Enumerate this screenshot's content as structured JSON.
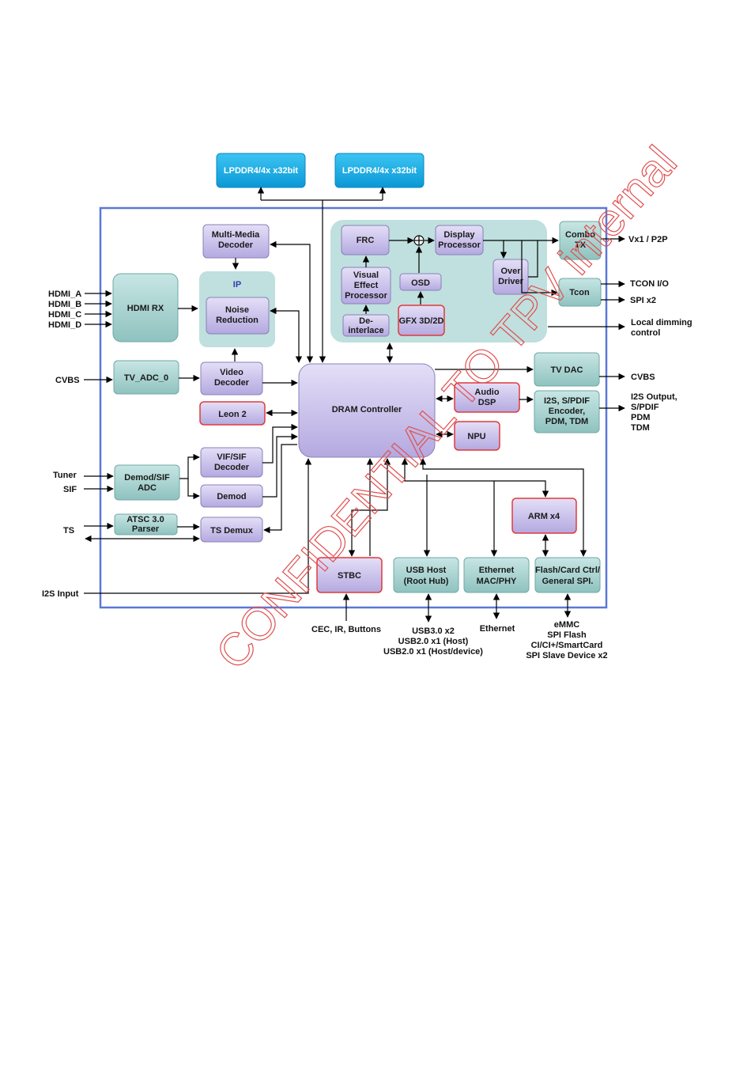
{
  "blocks": {
    "lpddr_1": "LPDDR4/4x x32bit",
    "lpddr_2": "LPDDR4/4x x32bit",
    "mm_decoder": [
      "Multi-Media",
      "Decoder"
    ],
    "ip_group": "IP",
    "noise_reduction": [
      "Noise",
      "Reduction"
    ],
    "hdmi_rx": "HDMI RX",
    "tv_adc": "TV_ADC_0",
    "video_decoder": [
      "Video",
      "Decoder"
    ],
    "leon2": "Leon 2",
    "demod_sif_adc": [
      "Demod/SIF",
      "ADC"
    ],
    "vif_sif_decoder": [
      "VIF/SIF",
      "Decoder"
    ],
    "demod": "Demod",
    "atsc_parser": [
      "ATSC 3.0",
      "Parser"
    ],
    "ts_demux": "TS Demux",
    "frc": "FRC",
    "display_processor": [
      "Display",
      "Processor"
    ],
    "visual_effect_processor": [
      "Visual",
      "Effect",
      "Processor"
    ],
    "deinterlace": [
      "De-",
      "interlace"
    ],
    "osd": "OSD",
    "gfx": "GFX 3D/2D",
    "over_driver": [
      "Over",
      "Driver"
    ],
    "combo_tx": [
      "Combo",
      "TX"
    ],
    "tcon": "Tcon",
    "dram_controller": "DRAM Controller",
    "tv_dac": "TV DAC",
    "audio_dsp": [
      "Audio",
      "DSP"
    ],
    "i2s_encoder": [
      "I2S, S/PDIF",
      "Encoder,",
      "PDM, TDM"
    ],
    "npu": "NPU",
    "arm": "ARM x4",
    "stbc": "STBC",
    "usb_host": [
      "USB Host",
      "(Root Hub)"
    ],
    "ethernet_mac": [
      "Ethernet",
      "MAC/PHY"
    ],
    "flash_ctrl": [
      "Flash/Card Ctrl/",
      "General SPI."
    ]
  },
  "labels": {
    "hdmi_a": "HDMI_A",
    "hdmi_b": "HDMI_B",
    "hdmi_c": "HDMI_C",
    "hdmi_d": "HDMI_D",
    "cvbs_in": "CVBS",
    "tuner": "Tuner",
    "sif": "SIF",
    "ts": "TS",
    "i2s_input": "I2S Input",
    "vx1": "Vx1 / P2P",
    "tcon_io": "TCON I/O",
    "spi_x2": "SPI x2",
    "local_dimming": [
      "Local dimming",
      "control"
    ],
    "cvbs_out": "CVBS",
    "i2s_output": [
      "I2S Output,",
      "S/PDIF",
      "PDM",
      "TDM"
    ],
    "cec": "CEC, IR, Buttons",
    "usb": [
      "USB3.0 x2",
      "USB2.0 x1 (Host)",
      "USB2.0 x1 (Host/device)"
    ],
    "ethernet": "Ethernet",
    "flash": [
      "eMMC",
      "SPI Flash",
      "CI/CI+/SmartCard",
      "SPI Slave Device x2"
    ]
  },
  "watermark": "CONFIDENTIAL TO TPV internal",
  "colors": {
    "lpddr": "#1ab0e8",
    "purple_block": "#cbc3ec",
    "teal_block": "#a9d3d1",
    "group_bg": "#bfe0de",
    "red_border": "#e03a3a",
    "chip_border": "#5b78d6"
  }
}
